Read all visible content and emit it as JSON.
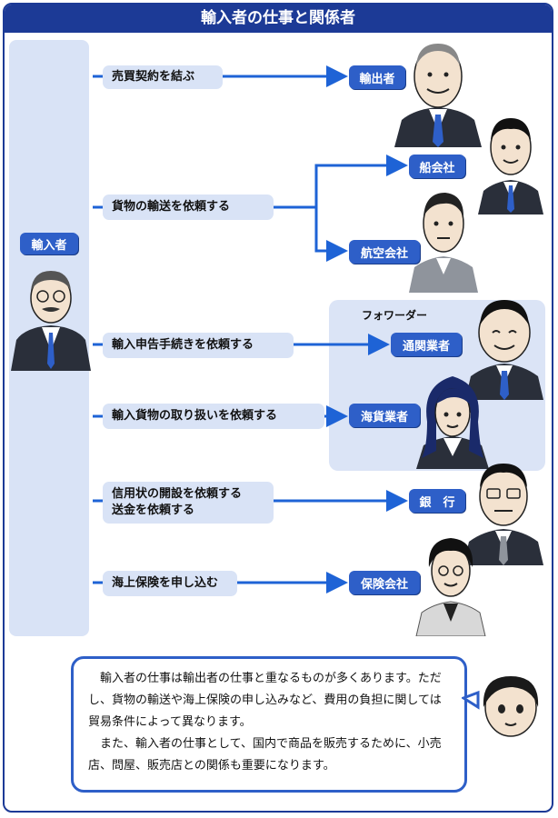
{
  "title": "輸入者の仕事と関係者",
  "importer": "輸入者",
  "forwarder_label": "フォワーダー",
  "actions": [
    "売買契約を結ぶ",
    "貨物の輸送を依頼する",
    "輸入申告手続きを依頼する",
    "輸入貨物の取り扱いを依頼する",
    "信用状の開設を依頼する",
    "送金を依頼する",
    "海上保険を申し込む"
  ],
  "parties": {
    "exporter": "輸出者",
    "shipping": "船会社",
    "airline": "航空会社",
    "customs_broker": "通関業者",
    "marine_cargo": "海貨業者",
    "bank": "銀　行",
    "insurance": "保険会社"
  },
  "note": {
    "p1": "輸入者の仕事は輸出者の仕事と重なるものが多くあります。ただし、貨物の輸送や海上保険の申し込みなど、費用の負担に関しては貿易条件によって異なります。",
    "p2": "また、輸入者の仕事として、国内で商品を販売するために、小売店、問屋、販売店との関係も重要になります。"
  },
  "colors": {
    "accent": "#1c3a96",
    "box": "#2e5fc8",
    "light": "#d9e3f6",
    "arrow": "#1e63d6"
  },
  "icons": [
    "importer-illustration",
    "exporter-illustration",
    "shipping-staff-illustration",
    "airline-staff-illustration",
    "broker-illustration",
    "cargo-staff-illustration",
    "banker-illustration",
    "insurer-illustration",
    "narrator-illustration"
  ]
}
